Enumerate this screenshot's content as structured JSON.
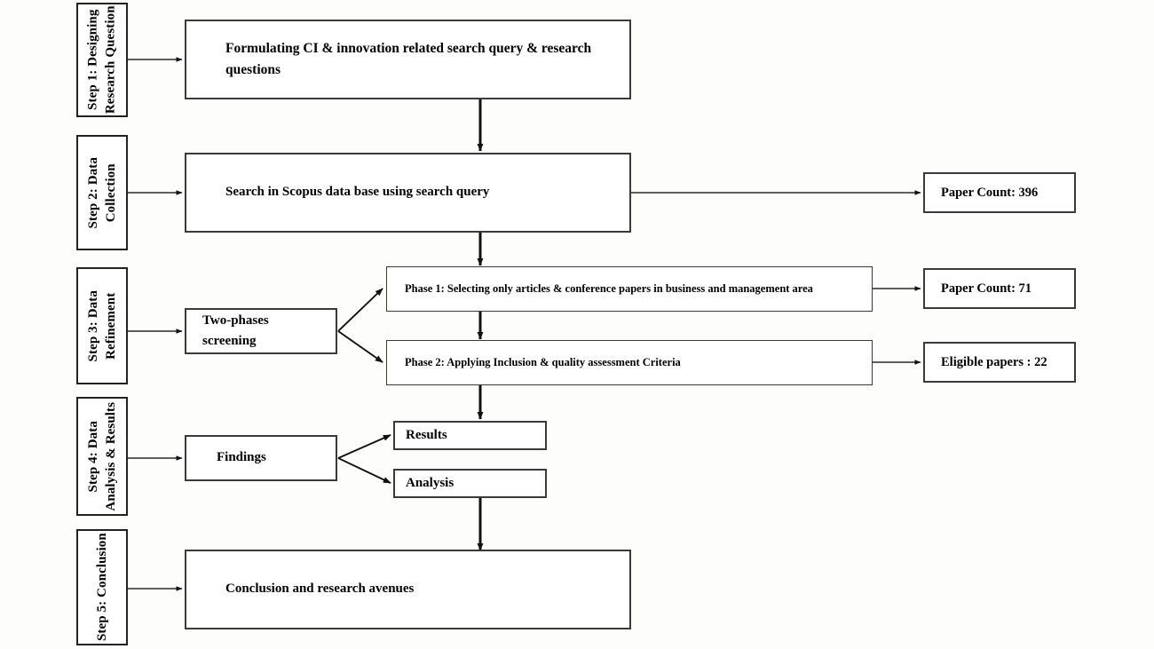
{
  "diagram": {
    "title": "Systematic literature review methodology flowchart",
    "stroke_color": "#2b2b2b",
    "box_fill": "#ffffff",
    "background": "#fdfdfb"
  },
  "steps": [
    {
      "id": "step1",
      "line1": "Step 1: Designing",
      "line2": "Research Question"
    },
    {
      "id": "step2",
      "line1": "Step 2: Data",
      "line2": "Collection"
    },
    {
      "id": "step3",
      "line1": "Step 3: Data",
      "line2": "Refinement"
    },
    {
      "id": "step4",
      "line1": "Step 4: Data",
      "line2": "Analysis &  Results"
    },
    {
      "id": "step5",
      "line1": "Step 5: Conclusion",
      "line2": ""
    }
  ],
  "nodes": {
    "formulating": "Formulating CI & innovation related search query & research questions",
    "scopus_search": "Search in Scopus data base using search query",
    "two_phases": "Two-phases screening",
    "phase1": "Phase 1: Selecting only articles & conference papers in business and management area",
    "phase2": "Phase 2: Applying Inclusion & quality assessment Criteria",
    "findings": "Findings",
    "results": "Results",
    "analysis": "Analysis",
    "conclusion": "Conclusion and research avenues"
  },
  "counts": {
    "paper_count_initial": "Paper Count: 396",
    "paper_count_phase1": "Paper Count: 71",
    "eligible_papers": "Eligible papers : 22"
  },
  "chart_data": {
    "type": "diagram",
    "title": "Systematic literature review methodology flowchart",
    "flow": [
      {
        "stage": "Step 1: Designing Research Question",
        "node": "Formulating CI & innovation related search query & research questions",
        "count": null
      },
      {
        "stage": "Step 2: Data Collection",
        "node": "Search in Scopus data base using search query",
        "count": 396,
        "count_label": "Paper Count: 396"
      },
      {
        "stage": "Step 3: Data Refinement",
        "node": "Two-phases screening",
        "count": null
      },
      {
        "stage": "Step 3: Data Refinement",
        "node": "Phase 1: Selecting only articles & conference papers in business and management area",
        "count": 71,
        "count_label": "Paper Count: 71"
      },
      {
        "stage": "Step 3: Data Refinement",
        "node": "Phase 2: Applying Inclusion & quality assessment Criteria",
        "count": 22,
        "count_label": "Eligible papers : 22"
      },
      {
        "stage": "Step 4: Data Analysis & Results",
        "node": "Findings",
        "count": null
      },
      {
        "stage": "Step 4: Data Analysis & Results",
        "node": "Results",
        "count": null
      },
      {
        "stage": "Step 4: Data Analysis & Results",
        "node": "Analysis",
        "count": null
      },
      {
        "stage": "Step 5: Conclusion",
        "node": "Conclusion and research avenues",
        "count": null
      }
    ]
  }
}
